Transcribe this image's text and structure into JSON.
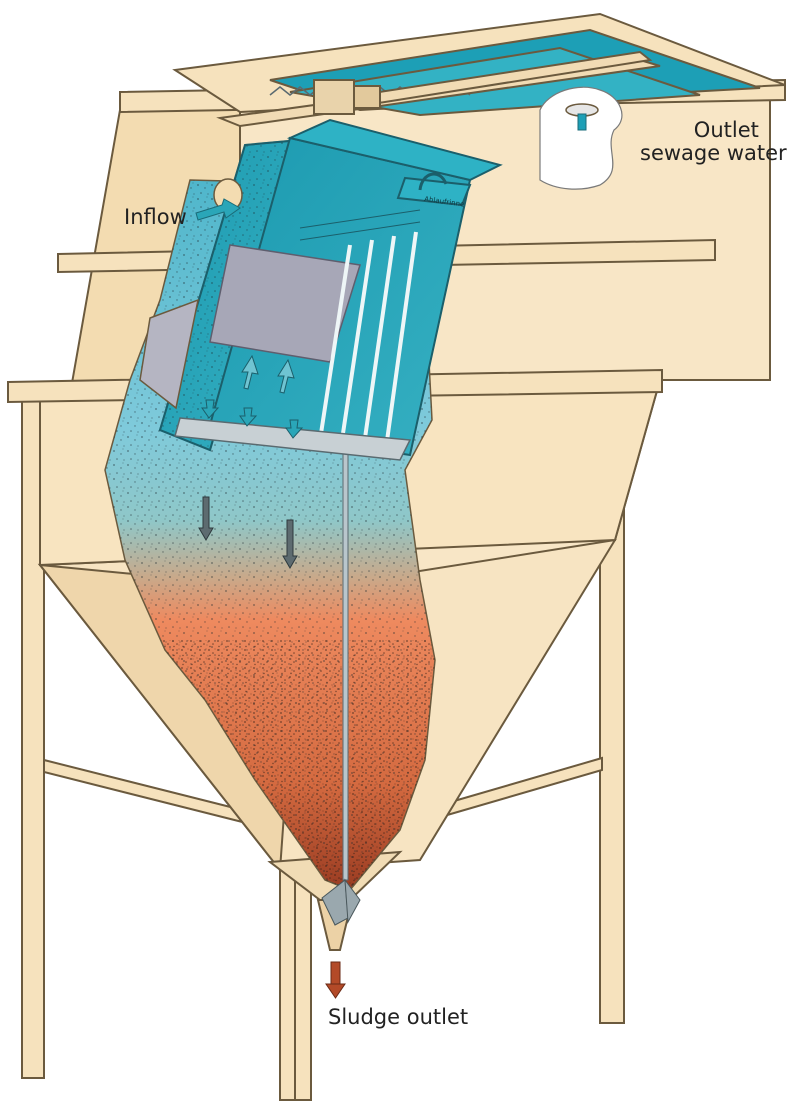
{
  "labels": {
    "inflow": "Inflow",
    "outlet_line1": "Outlet",
    "outlet_line2": "sewage water",
    "sludge_outlet": "Sludge outlet",
    "gutter_text": "Ablaufrinne"
  },
  "colors": {
    "tank_fill": "#f8e6c6",
    "tank_shade": "#ecd2a6",
    "tank_line": "#6b5a3e",
    "water_top": "#1f9fb5",
    "water_mid": "#5cbdd0",
    "sludge_orange": "#e8855a",
    "sludge_dark": "#a8482a",
    "plate_gray": "#a7a7b7",
    "arrow_teal": "#2aa6b8",
    "arrow_brown": "#b34a28"
  }
}
